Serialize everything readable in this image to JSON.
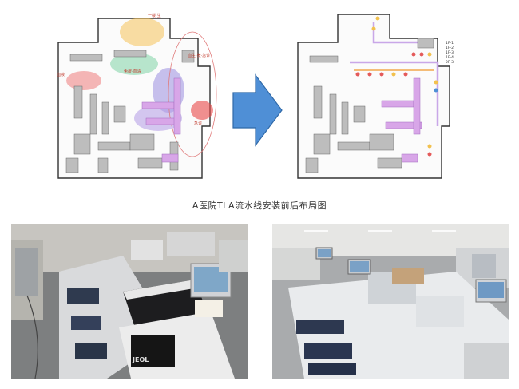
{
  "caption": "A医院TLA流水线安装前后布局图",
  "before_plan": {
    "zone_labels": [
      "一楼·生",
      "免疫·血清",
      "血生·微·急诊",
      "血液",
      "急诊"
    ]
  },
  "after_plan": {
    "legend": [
      "1F-1",
      "1F-2",
      "1F-3",
      "1F-4",
      "2F-3"
    ]
  },
  "photo_left": {
    "brand_text": "JEOL"
  },
  "colors": {
    "arrow": "#4f8fd6",
    "pipeline": "#d8a6e8",
    "hot_red": "#e45a5a",
    "hot_yellow": "#f2c14e",
    "hot_green": "#7fd3a6"
  }
}
